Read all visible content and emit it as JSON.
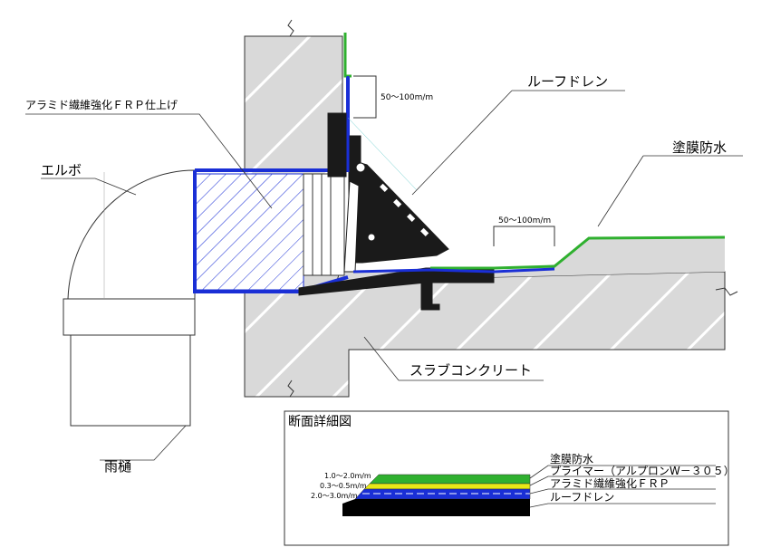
{
  "labels": {
    "aramid_frp": "アラミド繊維強化ＦＲＰ仕上げ",
    "elbow": "エルボ",
    "roof_drain": "ルーフドレン",
    "coating_waterproof": "塗膜防水",
    "slab_concrete": "スラブコンクリート",
    "rain_gutter": "雨樋",
    "dim_vertical": "50～100m/m",
    "dim_horizontal": "50～100m/m"
  },
  "detail": {
    "title": "断面詳細図",
    "layers": [
      {
        "label": "塗膜防水",
        "color": "#2fb02f"
      },
      {
        "label": "プライマー（アルプロンW－３０５）",
        "color": "#e8e817"
      },
      {
        "label": "アラミド繊維強化ＦＲＰ",
        "color": "#1a2fd6"
      },
      {
        "label": "ルーフドレン",
        "color": "#000000"
      }
    ],
    "thickness": {
      "coat": "1.0～2.0m/m",
      "primer": "0.3～0.5m/m",
      "frp": "2.0～3.0m/m"
    }
  },
  "colors": {
    "concrete": "#d9d9d9",
    "frp": "#1a2fd6",
    "coat": "#2fb02f",
    "primer": "#e8e817",
    "drain": "#1a1a1a"
  }
}
